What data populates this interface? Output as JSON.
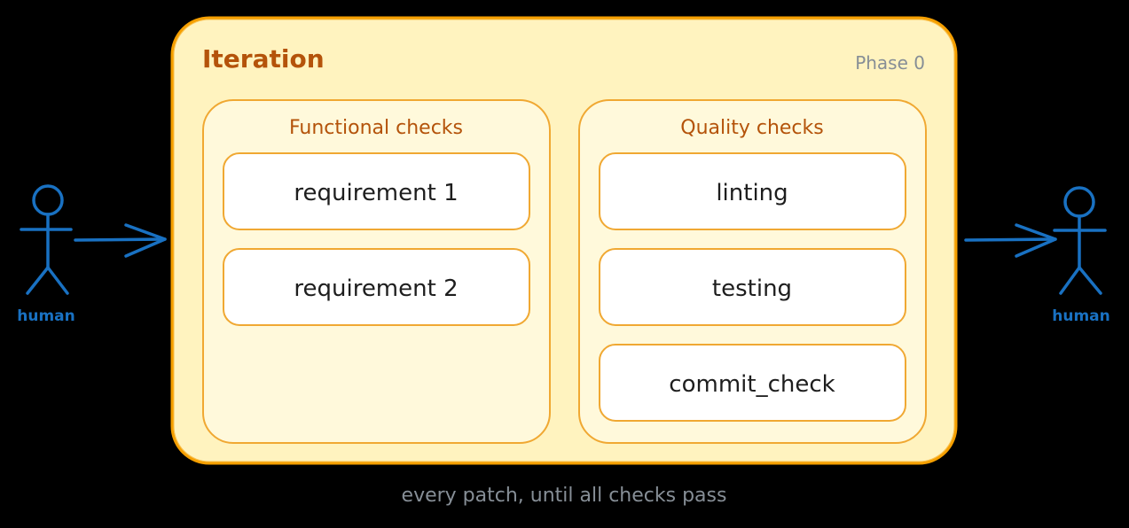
{
  "colors": {
    "background": "#000000",
    "iteration_fill": "#fff3bf",
    "iteration_stroke": "#f59f00",
    "group_fill": "#fff9db",
    "group_stroke": "#f0a832",
    "item_fill": "#ffffff",
    "item_stroke": "#f0a832",
    "title_color": "#b4530a",
    "phase_color": "#868e96",
    "human_color": "#1971c2",
    "caption_color": "#868e96",
    "item_text_color": "#1e1e1e"
  },
  "iteration": {
    "title": "Iteration",
    "phase": "Phase 0"
  },
  "functional": {
    "title": "Functional checks",
    "items": [
      "requirement 1",
      "requirement 2"
    ]
  },
  "quality": {
    "title": "Quality checks",
    "items": [
      "linting",
      "testing",
      "commit_check"
    ]
  },
  "human_left": {
    "label": "human",
    "icon": "stick-figure-icon"
  },
  "human_right": {
    "label": "human",
    "icon": "stick-figure-icon"
  },
  "caption": "every patch, until all checks pass"
}
